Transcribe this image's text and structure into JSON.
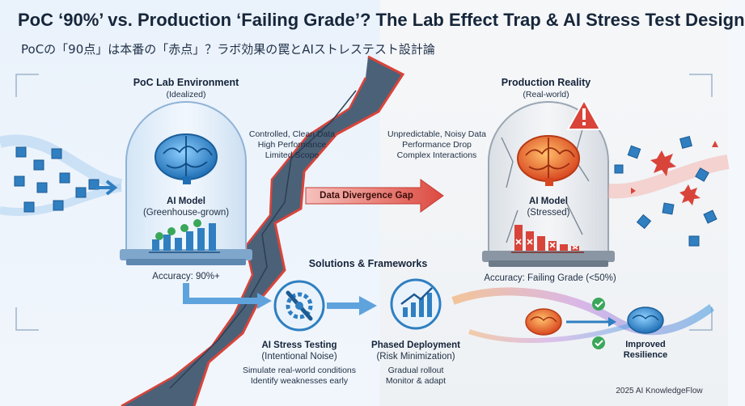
{
  "title": "PoC ‘90%’ vs. Production ‘Failing Grade’? The Lab Effect Trap & AI Stress Test Design",
  "subtitle": "PoCの「90点」は本番の「赤点」？ラボ効果の罠とAIストレステスト設計論",
  "lab": {
    "heading": "PoC Lab Environment",
    "subheading": "(Idealized)",
    "notes": [
      "Controlled, Clean Data",
      "High Performance",
      "Limited Scope"
    ],
    "model_title": "AI Model",
    "model_sub": "(Greenhouse-grown)",
    "accuracy": "Accuracy: 90%+"
  },
  "prod": {
    "heading": "Production Reality",
    "subheading": "(Real-world)",
    "notes": [
      "Unpredictable, Noisy Data",
      "Performance Drop",
      "Complex Interactions"
    ],
    "model_title": "AI Model",
    "model_sub": "(Stressed)",
    "accuracy": "Accuracy: Failing Grade (<50%)"
  },
  "gap_label": "Data Divergence Gap",
  "solutions": {
    "heading": "Solutions & Frameworks",
    "stress": {
      "title": "AI Stress Testing",
      "sub": "(Intentional Noise)",
      "notes": [
        "Simulate real-world conditions",
        "Identify weaknesses early"
      ]
    },
    "phased": {
      "title": "Phased Deployment",
      "sub": "(Risk Minimization)",
      "notes": [
        "Gradual rollout",
        "Monitor & adapt"
      ]
    }
  },
  "resilience": [
    "Improved",
    "Resilience"
  ],
  "footer": "2025 AI KnowledgeFlow",
  "colors": {
    "blue": "#2f7fc1",
    "red": "#d9443a",
    "orange": "#e9793b",
    "crack": "#34495e"
  },
  "icons": [
    "brain-icon",
    "bar-chart-icon",
    "warning-icon",
    "gear-wrench-icon",
    "growth-chart-icon",
    "checkmark-icon",
    "cube-icon",
    "glass-dome-icon"
  ]
}
